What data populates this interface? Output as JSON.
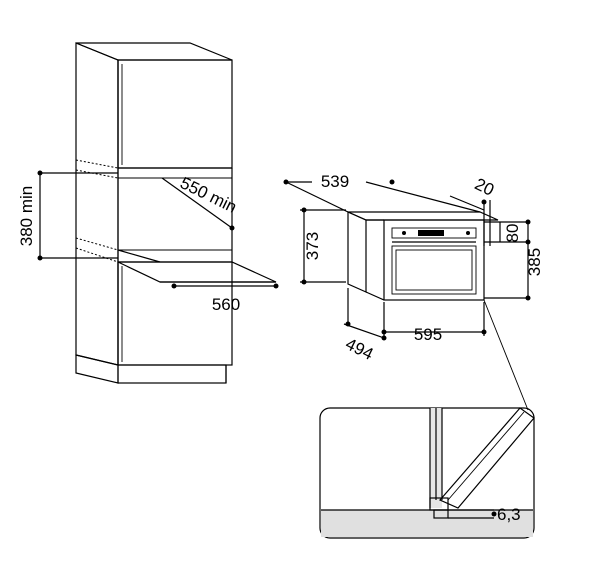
{
  "cabinet": {
    "niche_height_label": "380 min",
    "niche_depth_label": "550 min",
    "niche_width_label": "560"
  },
  "appliance": {
    "width_label": "539",
    "depth_label": "20",
    "front_height_label": "373",
    "top_offset_label": "80",
    "total_height_label": "385",
    "body_width_label": "595",
    "body_depth_label": "494"
  },
  "detail": {
    "gap_label": "6,3"
  },
  "colors": {
    "line": "#000000",
    "panel": "#d8d8d8",
    "shelf": "#cfcfcf"
  }
}
